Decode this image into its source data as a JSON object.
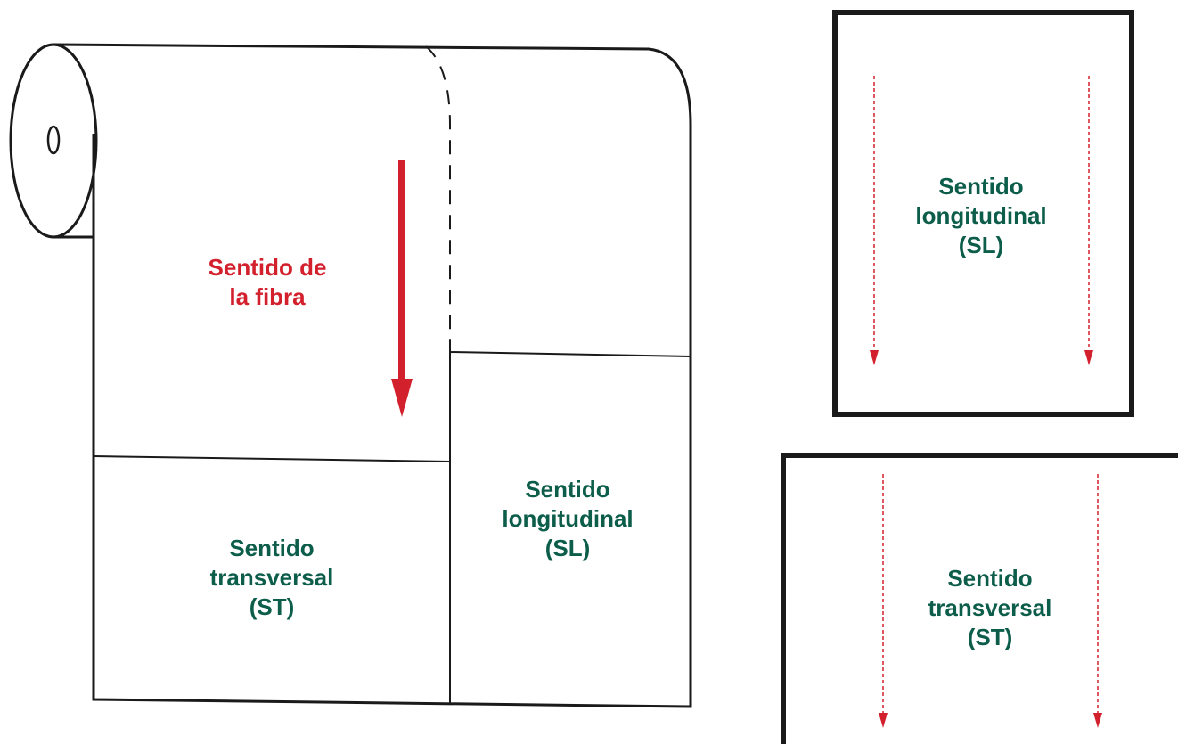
{
  "colors": {
    "label_green": "#0d5d4b",
    "arrow_red": "#d3202d",
    "line": "#1a1a1a"
  },
  "roll": {
    "fiber_label": [
      "Sentido de",
      "la fibra"
    ],
    "transversal_label": [
      "Sentido",
      "transversal",
      "(ST)"
    ],
    "longitudinal_label": [
      "Sentido",
      "longitudinal",
      "(SL)"
    ]
  },
  "sheet_longitudinal": {
    "label": [
      "Sentido",
      "longitudinal",
      "(SL)"
    ]
  },
  "sheet_transversal": {
    "label": [
      "Sentido",
      "transversal",
      "(ST)"
    ]
  }
}
